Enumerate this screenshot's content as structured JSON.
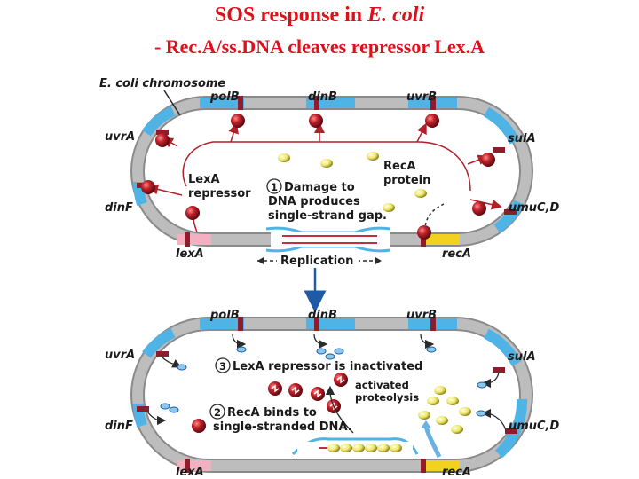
{
  "title": {
    "main": "SOS response in ",
    "organism": "E. coli"
  },
  "subtitle": "- Rec.A/ss.DNA cleaves repressor Lex.A",
  "top_panel": {
    "chromosome_label": "E. coli chromosome",
    "genes": {
      "polB": "polB",
      "dinB": "dinB",
      "uvrB": "uvrB",
      "uvrA": "uvrA",
      "sulA": "sulA",
      "dinF": "dinF",
      "umuCD": "umuC,D",
      "lexA": "lexA",
      "recA": "recA"
    },
    "lexa_label_line1": "LexA",
    "lexa_label_line2": "repressor",
    "reca_label_line1": "RecA",
    "reca_label_line2": "protein",
    "step_number": "1",
    "step_line1": "Damage to",
    "step_line2": "DNA produces",
    "step_line3": "single-strand gap.",
    "replication_label": "Replication"
  },
  "bottom_panel": {
    "genes": {
      "polB": "polB",
      "dinB": "dinB",
      "uvrB": "uvrB",
      "uvrA": "uvrA",
      "sulA": "sulA",
      "dinF": "dinF",
      "umuCD": "umuC,D",
      "lexA": "lexA",
      "recA": "recA"
    },
    "step3_number": "3",
    "step3_text": "LexA repressor is inactivated",
    "activated_line1": "activated",
    "activated_line2": "proteolysis",
    "step2_number": "2",
    "step2_line1": "RecA binds to",
    "step2_line2": "single-stranded DNA."
  },
  "colors": {
    "title_red": "#e0101a",
    "chromosome_gray": "#a9a9a9",
    "gene_blue": "#4fb3e6",
    "lexA_pink": "#f3b0c0",
    "recA_yellow": "#f2d21e",
    "repressor_red": "#b0202a",
    "reca_protein_yellow": "#f4ee8a",
    "arrow_blue": "#1f5aa6"
  }
}
